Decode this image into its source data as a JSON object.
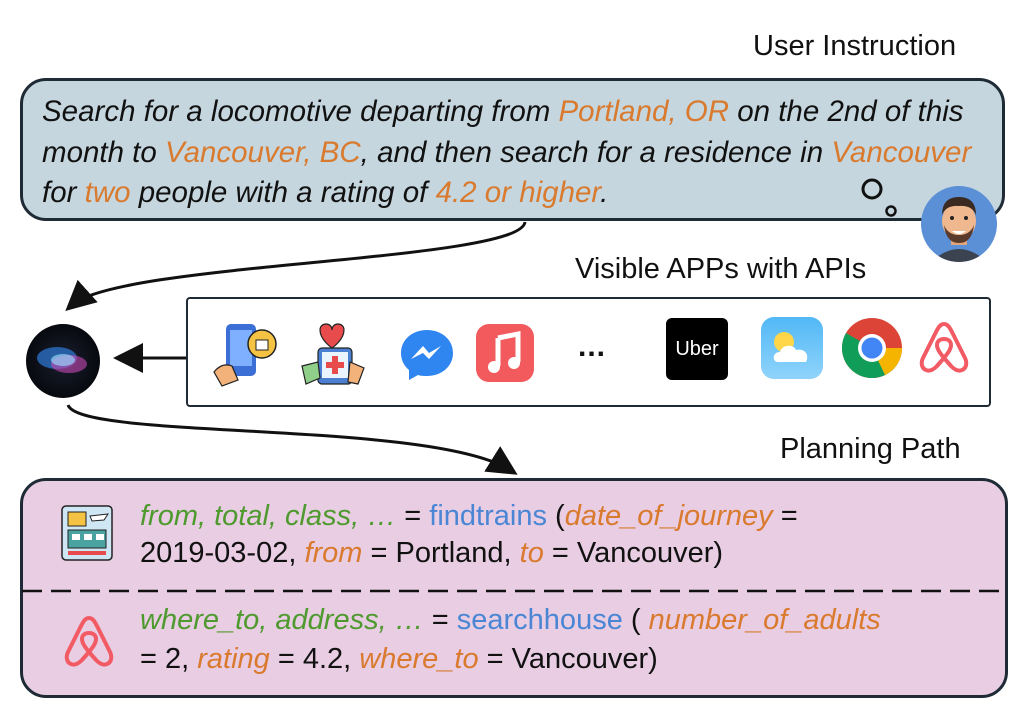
{
  "headings": {
    "user_instruction": "User Instruction",
    "visible_apps": "Visible APPs with APIs",
    "planning_path": "Planning Path"
  },
  "instruction": {
    "s1": "Search for a locomotive departing from ",
    "h1": "Portland, OR",
    "s2": " on the 2nd of this month to ",
    "h2": "Vancouver, BC",
    "s3": ", and then search for a residence in ",
    "h3": "Vancouver",
    "s4": " for ",
    "h4": "two",
    "s5": " people with a rating of ",
    "h5": "4.2 or higher",
    "s6": "."
  },
  "apps": {
    "ellipsis": "...",
    "uber_label": "Uber",
    "icons": [
      "shopping-app-icon",
      "health-app-icon",
      "messenger-icon",
      "music-icon",
      "uber-icon",
      "weather-icon",
      "chrome-icon",
      "airbnb-icon"
    ]
  },
  "plan": {
    "train": {
      "outputs": "from, total, class, …",
      "eq1": " = ",
      "func": "findtrains",
      "paren_open": " (",
      "arg1_name": "date_of_journey",
      "eq2": " =",
      "arg1_value": "2019-03-02, ",
      "arg2_name": "from",
      "arg2_value": " = Portland, ",
      "arg3_name": "to",
      "arg3_value": " = Vancouver)"
    },
    "house": {
      "outputs": "where_to, address, …",
      "eq1": " = ",
      "func": "searchhouse",
      "paren_open": " ( ",
      "arg1_name": "number_of_adults",
      "arg1_value": "= 2, ",
      "arg2_name": "rating",
      "arg2_value": " = 4.2, ",
      "arg3_name": "where_to",
      "arg3_value": " = Vancouver)"
    }
  },
  "colors": {
    "instruction_bg": "#c5d6de",
    "plan_bg": "#e8cde3",
    "highlight": "#d97a2e",
    "output_green": "#4f9a2e",
    "function_blue": "#4a86d4"
  }
}
